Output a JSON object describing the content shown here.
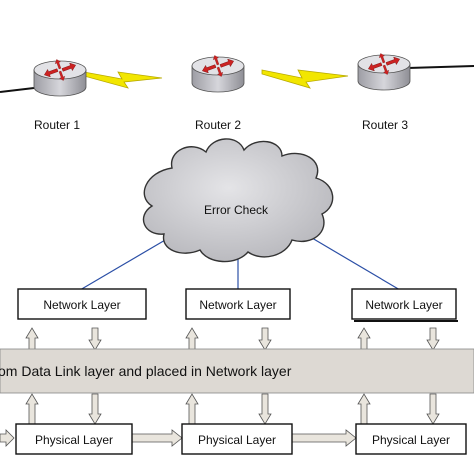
{
  "routers": [
    {
      "label": "Router 1"
    },
    {
      "label": "Router 2"
    },
    {
      "label": "Router 3"
    }
  ],
  "cloud": {
    "label": "Error Check"
  },
  "network_layers": [
    {
      "label": "Network Layer"
    },
    {
      "label": "Network Layer"
    },
    {
      "label": "Network Layer"
    }
  ],
  "band": {
    "text": "om Data Link layer and placed in Network layer"
  },
  "physical_layers": [
    {
      "label": "Physical Layer"
    },
    {
      "label": "Physical Layer"
    },
    {
      "label": "Physical Layer"
    }
  ],
  "icons": {
    "router": "router-icon",
    "link": "lightning-link-icon",
    "cloud": "cloud-icon"
  },
  "colors": {
    "router_body": "#c9c9cf",
    "router_top": "#e2e2e6",
    "router_arrows": "#cc2222",
    "lightning": "#f2e600",
    "cloud_fill": "#cfcfd3",
    "band_fill": "#ddd9d3",
    "arrow_fill": "#e9e5dd",
    "connector": "#2b4fa6"
  }
}
